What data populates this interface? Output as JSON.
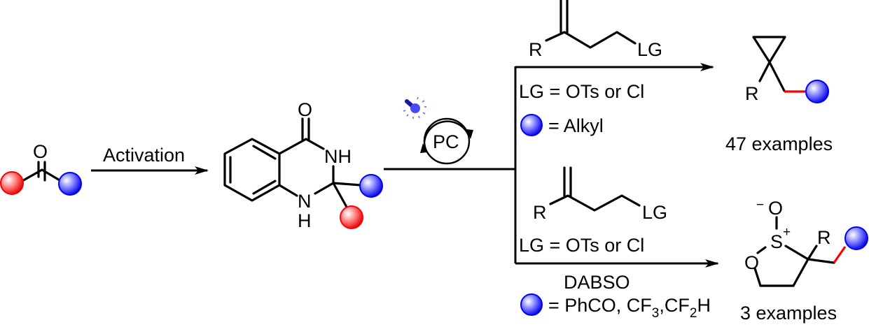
{
  "scheme": {
    "step1_label": "Activation",
    "catalyst_label": "PC",
    "light_icon": "light-bulb-icon",
    "reactant": {
      "atom_o": "O"
    },
    "intermediate": {
      "atom_o": "O",
      "atom_nh_top": "NH",
      "atom_n": "N",
      "atom_h": "H"
    },
    "top_branch": {
      "reagent_r": "R",
      "reagent_lg": "LG",
      "lg_definition": "LG = OTs or Cl",
      "sphere_definition": "= Alkyl",
      "product_r": "R",
      "examples": "47 examples"
    },
    "bottom_branch": {
      "reagent_r": "R",
      "reagent_lg": "LG",
      "lg_definition": "LG = OTs or Cl",
      "additive": "DABSO",
      "sphere_definition_prefix": "= PhCO, CF",
      "sub_3": "3",
      "sphere_definition_mid": ",CF",
      "sub_2": "2",
      "sphere_definition_suffix": "H",
      "product_o_minus": "O",
      "minus_sign": "−",
      "product_s": "S",
      "plus_sign": "+",
      "product_ring_o": "O",
      "product_r": "R",
      "examples": "3 examples"
    },
    "colors": {
      "red_sphere": "#ff0000",
      "blue_sphere": "#0000ff",
      "light": "#4a4af0"
    }
  }
}
